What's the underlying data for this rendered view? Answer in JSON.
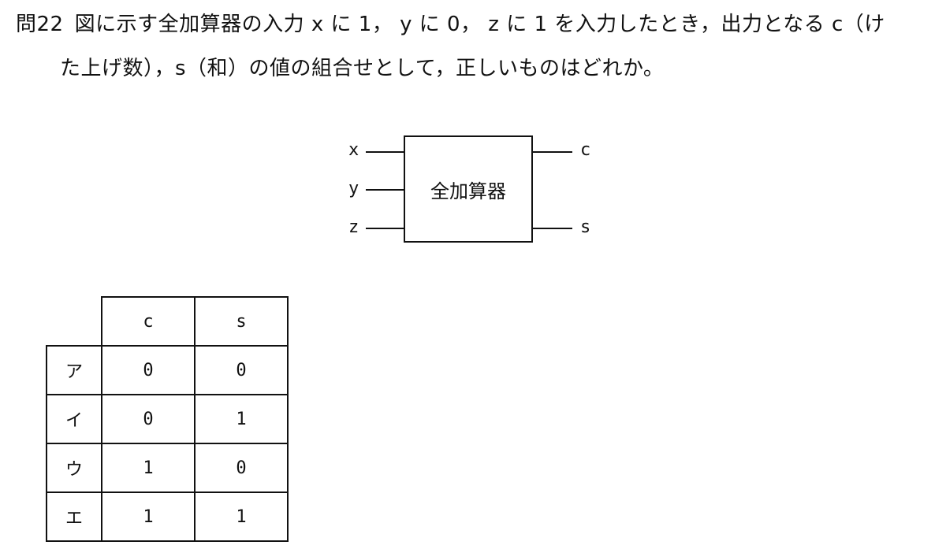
{
  "question": {
    "number": "問22",
    "line1": "図に示す全加算器の入力 x に 1， y に 0， z に 1 を入力したとき，出力となる c（け",
    "line2": "た上げ数），s（和）の値の組合せとして，正しいものはどれか。"
  },
  "diagram": {
    "box_label": "全加算器",
    "inputs": [
      "x",
      "y",
      "z"
    ],
    "outputs": [
      "c",
      "s"
    ]
  },
  "table": {
    "headers": [
      "c",
      "s"
    ],
    "rows": [
      {
        "label": "ア",
        "c": "0",
        "s": "0"
      },
      {
        "label": "イ",
        "c": "0",
        "s": "1"
      },
      {
        "label": "ウ",
        "c": "1",
        "s": "0"
      },
      {
        "label": "エ",
        "c": "1",
        "s": "1"
      }
    ]
  }
}
